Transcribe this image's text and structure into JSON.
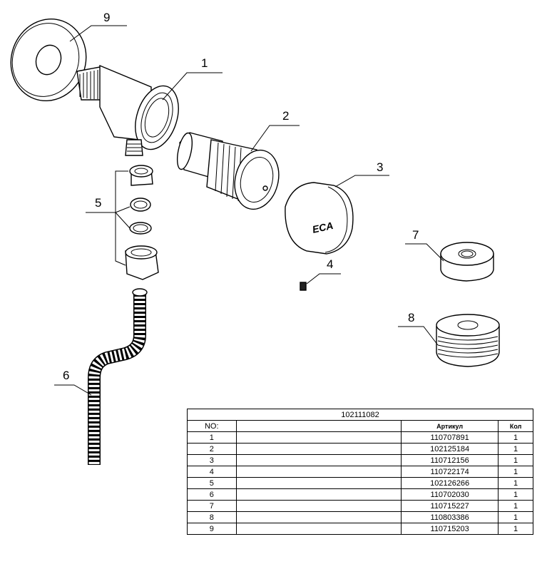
{
  "callouts": {
    "c1": "1",
    "c2": "2",
    "c3": "3",
    "c4": "4",
    "c5": "5",
    "c6": "6",
    "c7": "7",
    "c8": "8",
    "c9": "9"
  },
  "parts": {
    "cap_logo": "ECA"
  },
  "table": {
    "title": "102111082",
    "headers": {
      "no": "NO:",
      "description": "",
      "article": "Артикул",
      "qty": "Кол"
    },
    "rows": [
      {
        "no": "1",
        "article": "110707891",
        "qty": "1"
      },
      {
        "no": "2",
        "article": "102125184",
        "qty": "1"
      },
      {
        "no": "3",
        "article": "110712156",
        "qty": "1"
      },
      {
        "no": "4",
        "article": "110722174",
        "qty": "1"
      },
      {
        "no": "5",
        "article": "102126266",
        "qty": "1"
      },
      {
        "no": "6",
        "article": "110702030",
        "qty": "1"
      },
      {
        "no": "7",
        "article": "110715227",
        "qty": "1"
      },
      {
        "no": "8",
        "article": "110803386",
        "qty": "1"
      },
      {
        "no": "9",
        "article": "110715203",
        "qty": "1"
      }
    ]
  }
}
